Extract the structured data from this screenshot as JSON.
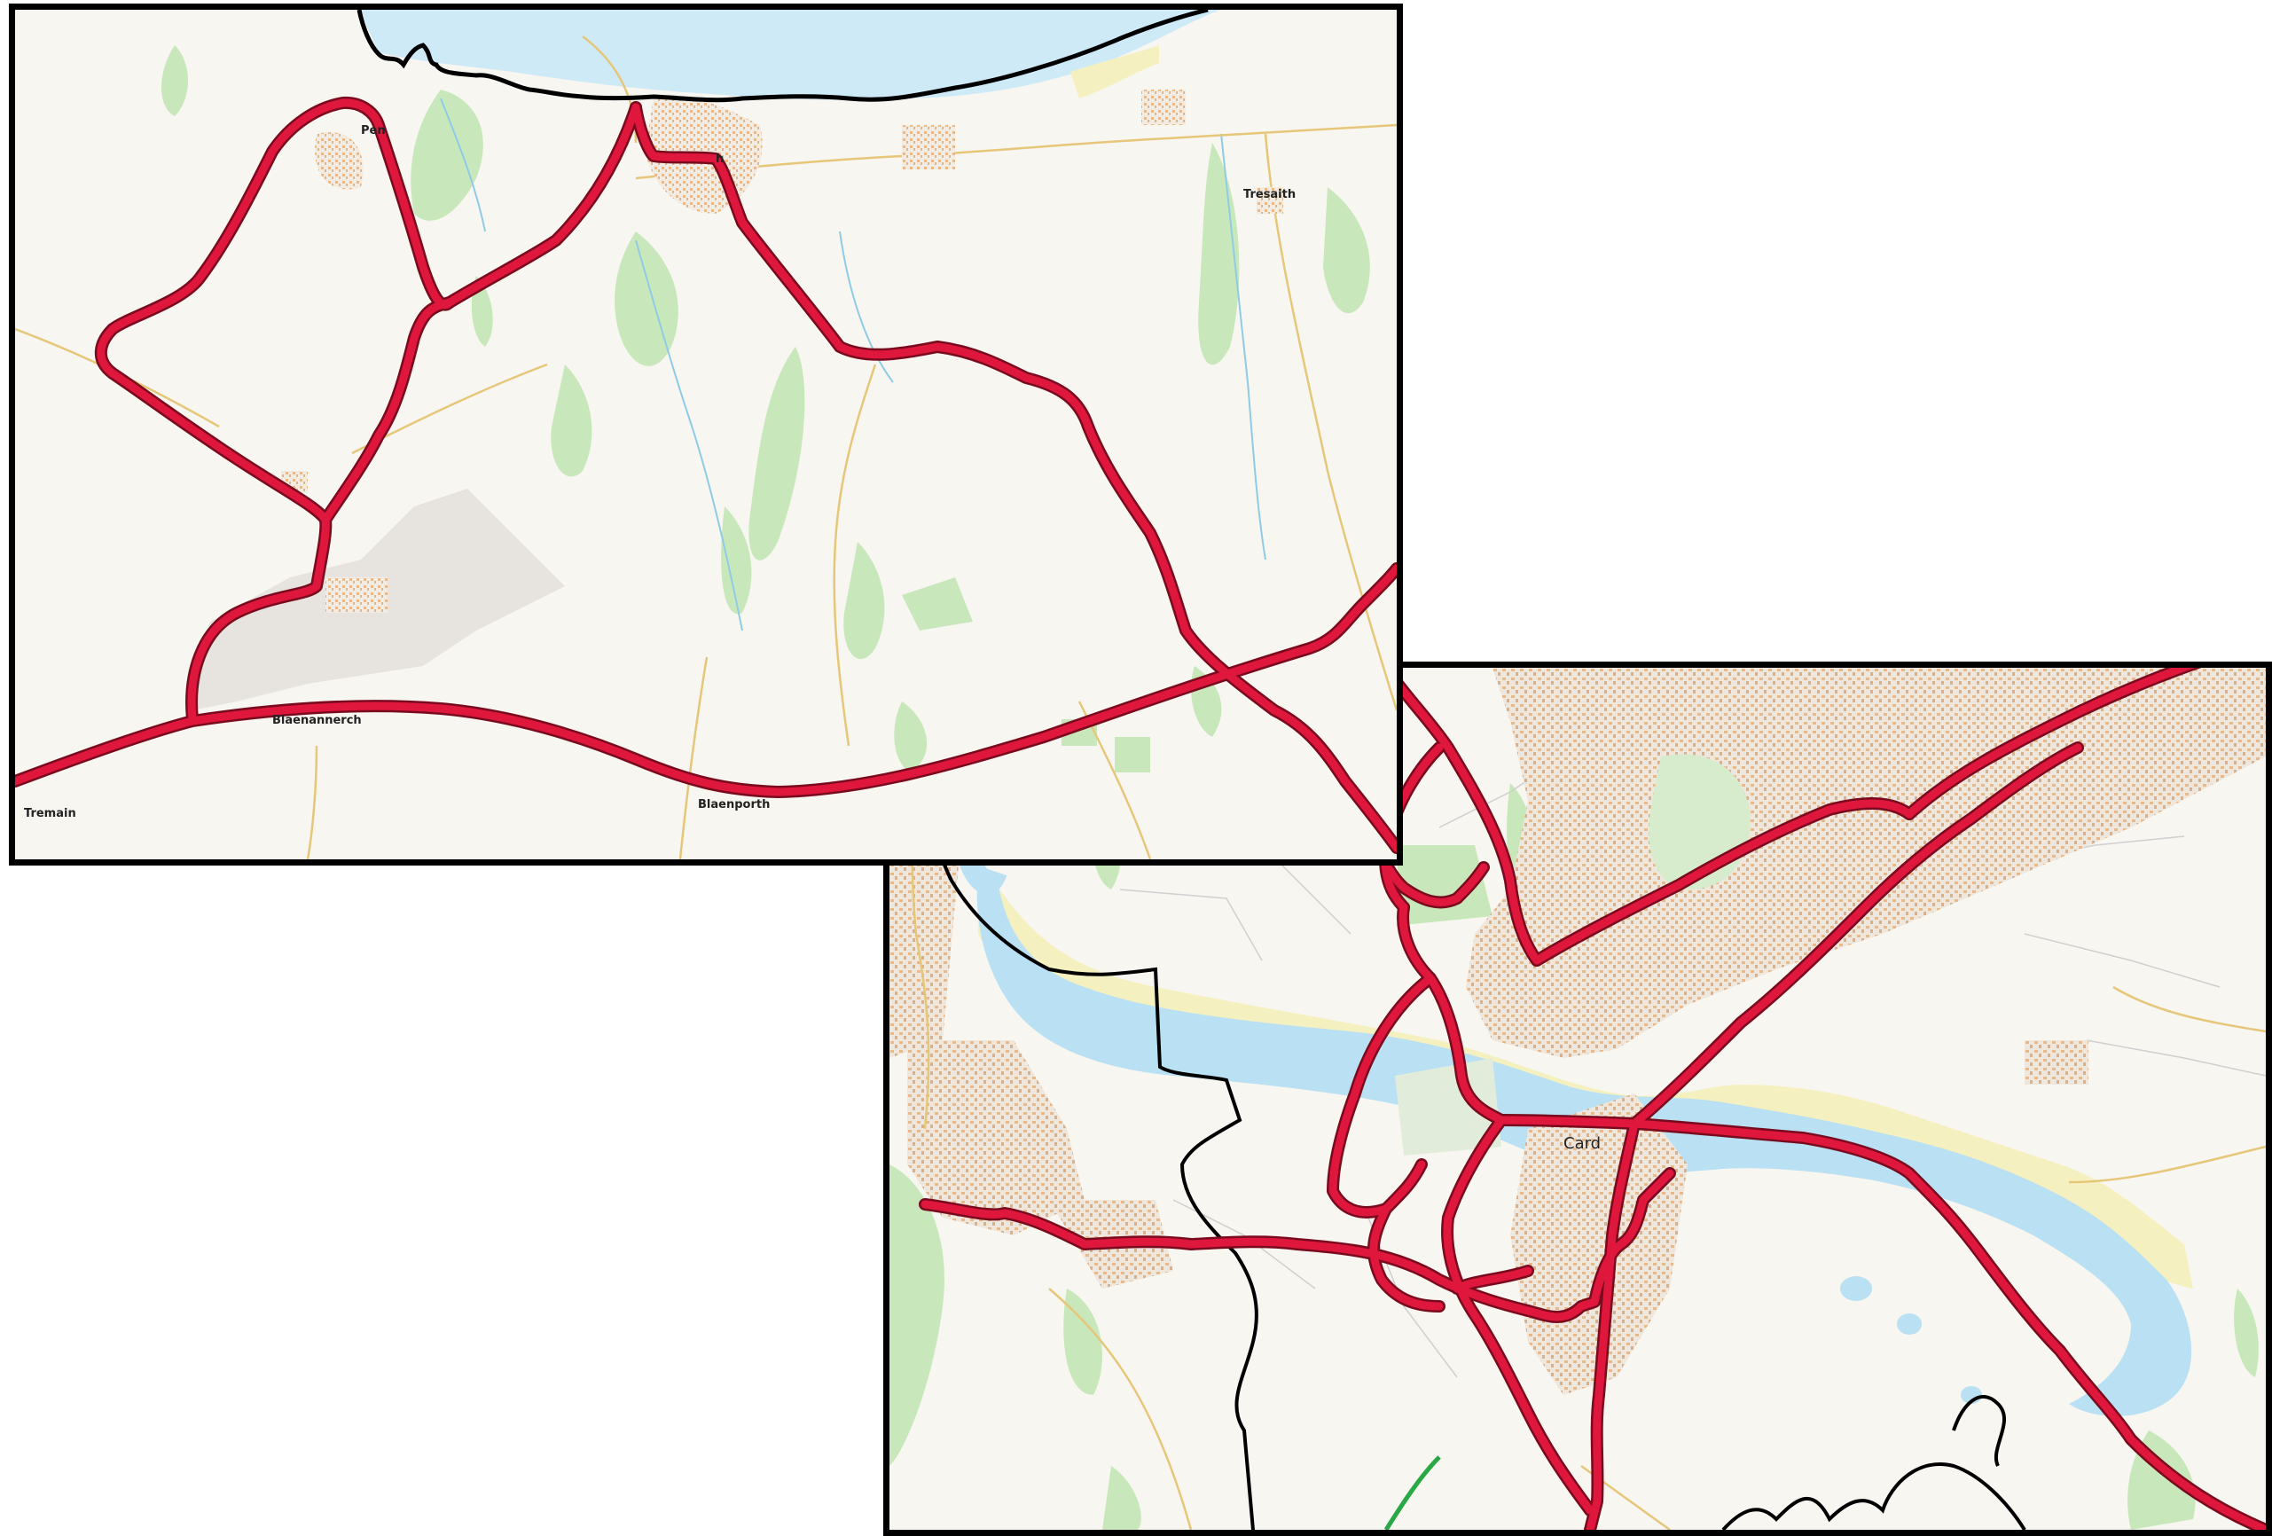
{
  "colors": {
    "route": "#e0173c",
    "route_casing": "#7a0a1e",
    "boundary": "#000000",
    "sea": "#cfeaf7",
    "river": "#b9e0f3",
    "sand": "#f5f0c0",
    "land": "#f8f6f1",
    "woodland": "#bfe3b0",
    "building": "#e9b98a",
    "minor_road": "#e6c77a",
    "stream": "#8fcbe6"
  },
  "maps": [
    {
      "id": "coastal-map",
      "labels": {
        "village_1": "Pen",
        "village_2": "Blaenannerch",
        "village_3": "Blaenporth",
        "village_4": "Tresaith",
        "village_5": "Tremain",
        "place_6": "h"
      }
    },
    {
      "id": "town-map",
      "labels": {
        "town_1": "Card"
      }
    }
  ]
}
